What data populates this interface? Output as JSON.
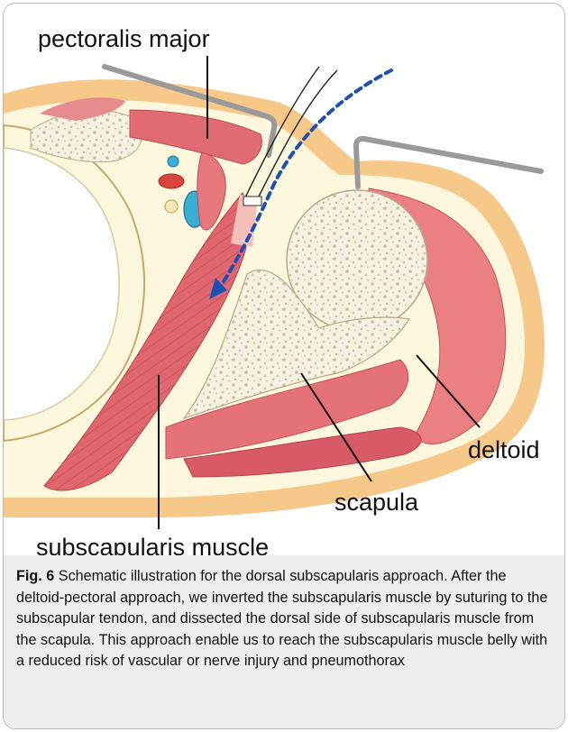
{
  "labels": {
    "pectoralis": "pectoralis major",
    "deltoid": "deltoid",
    "scapula": "scapula",
    "subscapularis": "subscapularis muscle"
  },
  "caption": {
    "fig_label": "Fig. 6",
    "text": "Schematic illustration for the dorsal subscapularis approach. After the deltoid-pectoral approach, we inverted the subscapularis muscle by suturing to the subscapular tendon, and dissected the dorsal side of subscapularis muscle from the scapula. This approach enable us to reach the subscapularis muscle belly with a reduced risk of vascular or nerve injury and pneumothorax"
  },
  "colors": {
    "skin": "#f6c98b",
    "fat": "#fdf7dd",
    "muscle": "#e8787e",
    "muscle_light": "#f2a9a8",
    "bone": "#f5f0e0",
    "retractor": "#9a9a9a",
    "arrow": "#1e4fb5",
    "vessel_blue": "#3aaed2"
  }
}
